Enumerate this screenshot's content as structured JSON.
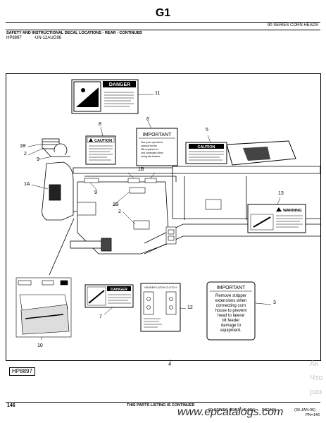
{
  "header": {
    "page_code": "G1",
    "series": "90 SERIES CORN HEADS",
    "section_title": "SAFETY AND INSTRUCTIONAL DECAL LOCATIONS - REAR - CONTINUED",
    "ref_code": "HP8897",
    "ref_date": "-UN-12AUG96"
  },
  "figure": {
    "id_box": "HP8897",
    "callouts": [
      "11",
      "6",
      "8",
      "1B",
      "2",
      "9",
      "1B",
      "1A",
      "9",
      "1B",
      "2",
      "5",
      "13",
      "3",
      "7",
      "12",
      "10",
      "4"
    ],
    "danger_label": "DANGER",
    "caution_label": "CAUTION",
    "warning_label": "WARNING",
    "important_title": "IMPORTANT",
    "important_small_lines": [
      "See your operator's",
      "manual for the",
      "lifts required on",
      "unit controlled when",
      "using this feature"
    ],
    "important_large_lines": [
      "Remove stripper",
      "extensions when",
      "connecting corn",
      "house to prevent",
      "head to lateral",
      "tilt feeder",
      "damage to",
      "equipment."
    ],
    "header_latch_title": "HEADER LATCH CLUTCH"
  },
  "footer": {
    "page_number": "146",
    "continued_note": "THIS PARTS LISTING IS CONTINUED",
    "series_note": "90 SERIES CORN HEADS",
    "catalog_code": "PC2406",
    "date": "(30-JAN-06)",
    "printed": "PN=146"
  },
  "watermark": {
    "site": "www.epcatalogs.com",
    "side_lines": [
      "Ак",
      "Что",
      "раз"
    ]
  }
}
